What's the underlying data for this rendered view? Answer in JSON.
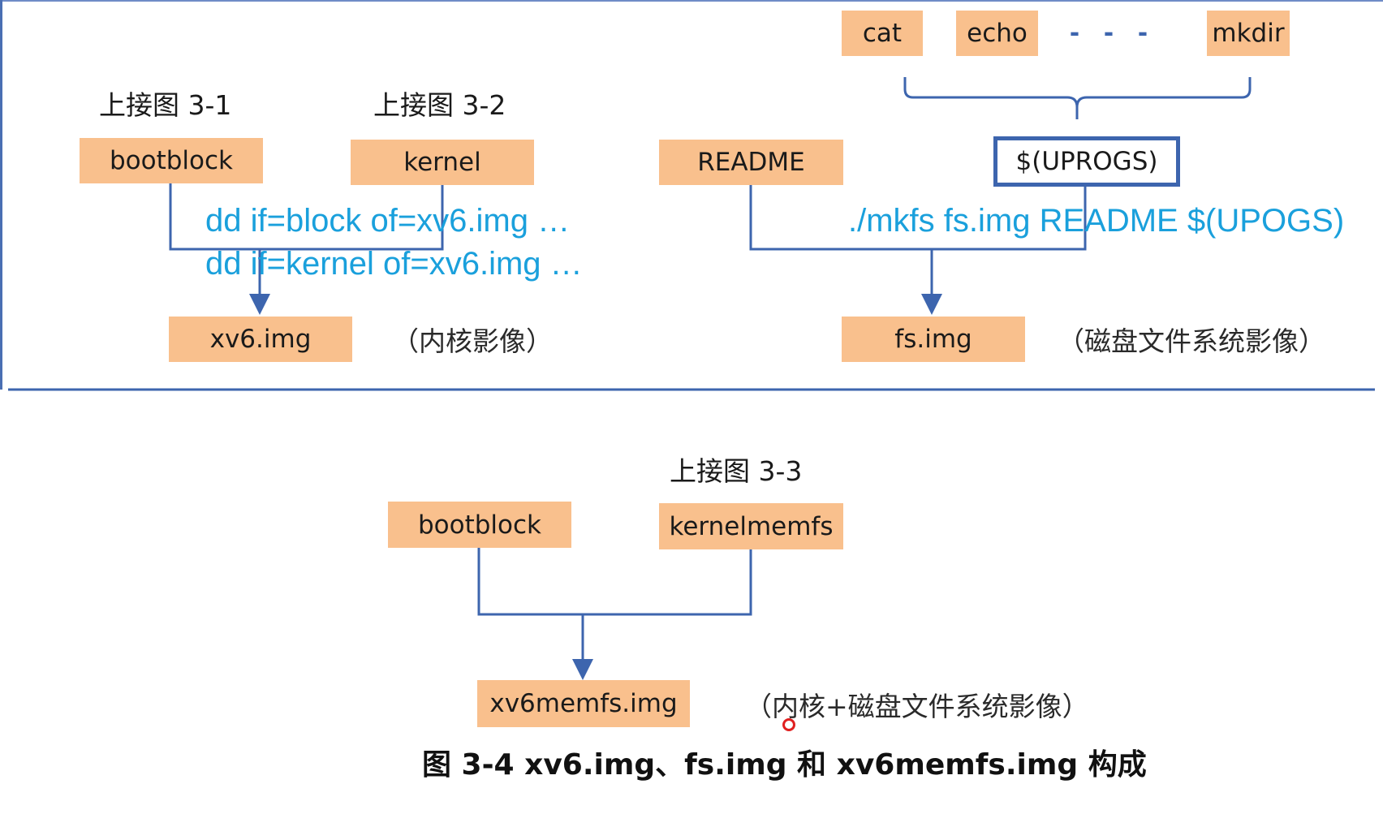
{
  "colors": {
    "box_fill": "#f9c08d",
    "connector": "#3d65ae",
    "command_text": "#1aa0dc",
    "divider": "#3d65ae",
    "cursor": "#e02020"
  },
  "top_left": {
    "ref1": "上接图  3-1",
    "ref2": "上接图  3-2",
    "bootblock": "bootblock",
    "kernel": "kernel",
    "cmd1": "dd if=block of=xv6.img …",
    "cmd2": "dd if=kernel of=xv6.img …",
    "output": "xv6.img",
    "output_note": "（内核影像）"
  },
  "top_right": {
    "programs": [
      "cat",
      "echo",
      "mkdir"
    ],
    "ellipsis": "- - -",
    "readme": "README",
    "uprogs": "$(UPROGS)",
    "cmd": "./mkfs fs.img README $(UPOGS)",
    "output": "fs.img",
    "output_note": "（磁盘文件系统影像）"
  },
  "bottom": {
    "ref3": "上接图  3-3",
    "bootblock": "bootblock",
    "kernelmemfs": "kernelmemfs",
    "output": "xv6memfs.img",
    "output_note": "（内核+磁盘文件系统影像）"
  },
  "caption": "图  3-4 xv6.img、fs.img 和 xv6memfs.img 构成"
}
